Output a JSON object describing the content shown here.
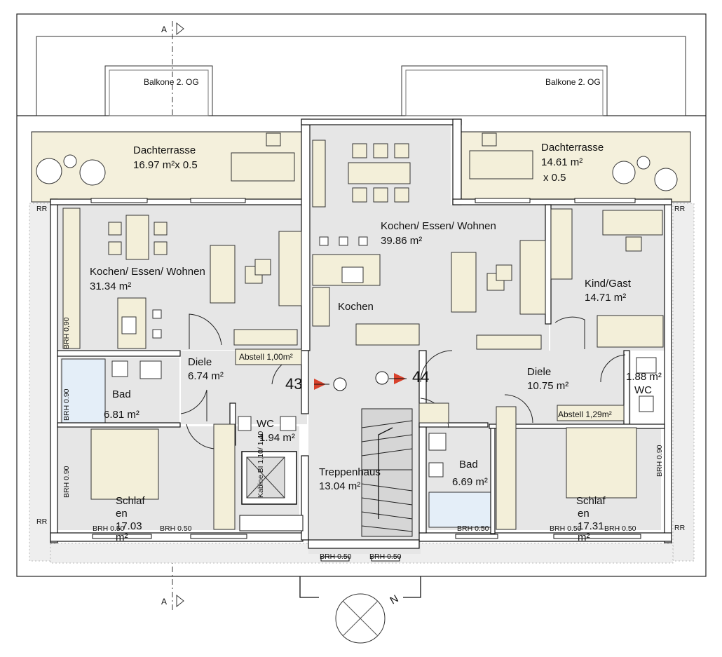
{
  "section_marker": "A",
  "balconies": [
    "Balkone 2. OG",
    "Balkone 2. OG"
  ],
  "terraces": {
    "left": {
      "name": "Dachterrasse",
      "area": "16.97 m²x 0.5"
    },
    "right": {
      "name": "Dachterrasse",
      "area_line1": "14.61 m²",
      "area_line2": "x 0.5"
    }
  },
  "rooms": {
    "left_living": {
      "name": "Kochen/ Essen/ Wohnen",
      "area": "31.34 m²"
    },
    "center_living": {
      "name": "Kochen/ Essen/ Wohnen",
      "area": "39.86 m²"
    },
    "kitchen": {
      "name": "Kochen"
    },
    "kind_gast": {
      "name": "Kind/Gast",
      "area": "14.71 m²"
    },
    "left_diele": {
      "name": "Diele",
      "area": "6.74 m²"
    },
    "left_abstell": {
      "label": "Abstell 1,00m²"
    },
    "left_bad": {
      "name": "Bad",
      "area": "6.81 m²"
    },
    "left_wc": {
      "name": "WC",
      "area": "1.94 m²"
    },
    "treppenhaus": {
      "name": "Treppenhaus",
      "area": "13.04 m²"
    },
    "kabine": {
      "label": "Kabine BI 1,10/ 1,40"
    },
    "right_diele": {
      "name": "Diele",
      "area": "10.75 m²"
    },
    "right_wc": {
      "name": "WC",
      "area": "1.88 m²"
    },
    "right_abstell": {
      "label": "Abstell 1,29m²"
    },
    "right_bad": {
      "name": "Bad",
      "area": "6.69 m²"
    },
    "left_schlaf": {
      "name_line1": "Schlaf",
      "name_line2": "en",
      "area_line1": "17.03",
      "area_line2": "m²"
    },
    "right_schlaf": {
      "name_line1": "Schlaf",
      "name_line2": "en",
      "area_line1": "17.31",
      "area_line2": "m²"
    }
  },
  "units": {
    "left": "43",
    "right": "44"
  },
  "annotations": {
    "rr": "RR",
    "brh_050": "BRH 0.50",
    "brh_090": "BRH 0.90",
    "brh_090_alt": "BRH 0,90"
  },
  "compass": {
    "label": "N"
  }
}
